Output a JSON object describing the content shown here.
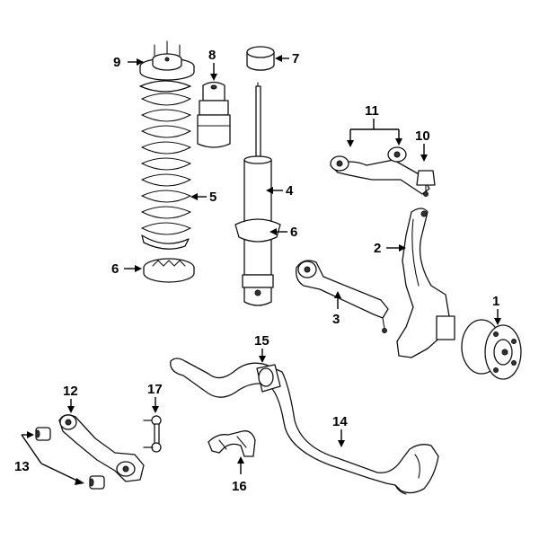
{
  "callouts": {
    "c1": "1",
    "c2": "2",
    "c3": "3",
    "c4": "4",
    "c5": "5",
    "c6a": "6",
    "c6b": "6",
    "c7": "7",
    "c8": "8",
    "c9": "9",
    "c10": "10",
    "c11": "11",
    "c12": "12",
    "c13": "13",
    "c14": "14",
    "c15": "15",
    "c16": "16",
    "c17": "17"
  }
}
